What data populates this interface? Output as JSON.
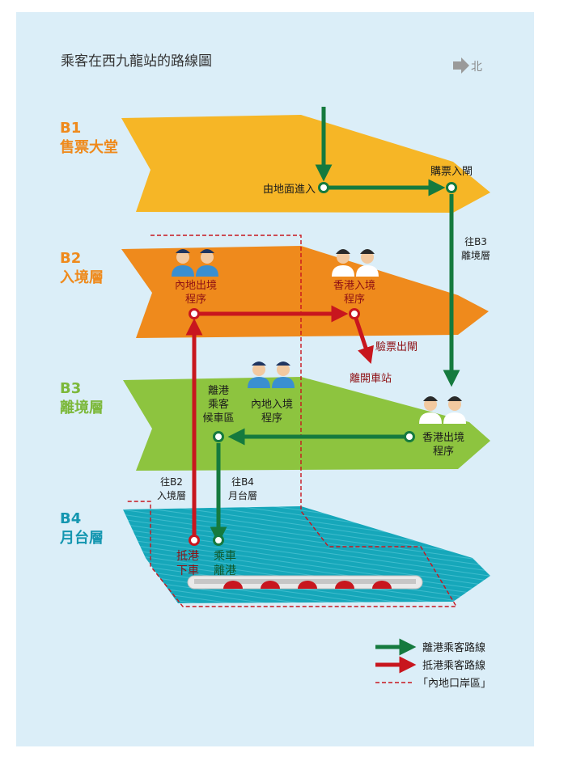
{
  "title": "乘客在西九龍站的路線圖",
  "compass": {
    "label": "北",
    "icon": "north-arrow-icon"
  },
  "levels": [
    {
      "code": "B1",
      "name": "售票大堂",
      "color": "#f6b626"
    },
    {
      "code": "B2",
      "name": "入境層",
      "color": "#ef8a1c"
    },
    {
      "code": "B3",
      "name": "離境層",
      "color": "#8dc43f"
    },
    {
      "code": "B4",
      "name": "月台層",
      "color": "#16a7ba"
    }
  ],
  "nodes": {
    "ground_entry": "由地面進入",
    "ticket_gate": "購票入閘",
    "to_b3_line1": "往B3",
    "to_b3_line2": "離境層",
    "mainland_exit_line1": "內地出境",
    "mainland_exit_line2": "程序",
    "hk_entry_line1": "香港入境",
    "hk_entry_line2": "程序",
    "ticket_exit": "驗票出閘",
    "leave_station": "離開車站",
    "waiting_line1": "離港",
    "waiting_line2": "乘客",
    "waiting_line3": "候車區",
    "mainland_entry_line1": "內地入境",
    "mainland_entry_line2": "程序",
    "hk_exit_line1": "香港出境",
    "hk_exit_line2": "程序",
    "to_b2_line1": "往B2",
    "to_b2_line2": "入境層",
    "to_b4_line1": "往B4",
    "to_b4_line2": "月台層",
    "arrive_line1": "抵港",
    "arrive_line2": "下車",
    "board_line1": "乘車",
    "board_line2": "離港"
  },
  "legend": [
    {
      "label": "離港乘客路線",
      "color": "#157a3e",
      "style": "arrow"
    },
    {
      "label": "抵港乘客路線",
      "color": "#c8161e",
      "style": "arrow"
    },
    {
      "label": "「內地口岸區」",
      "color": "#c8161e",
      "style": "dashed"
    }
  ],
  "colors": {
    "background": "#dbeef8",
    "departure_route": "#157a3e",
    "arrival_route": "#c8161e",
    "level_text_b1": "#ef8a1c",
    "level_text_b2": "#ef8a1c",
    "level_text_b3": "#7cb83a",
    "level_text_b4": "#1496b0"
  }
}
